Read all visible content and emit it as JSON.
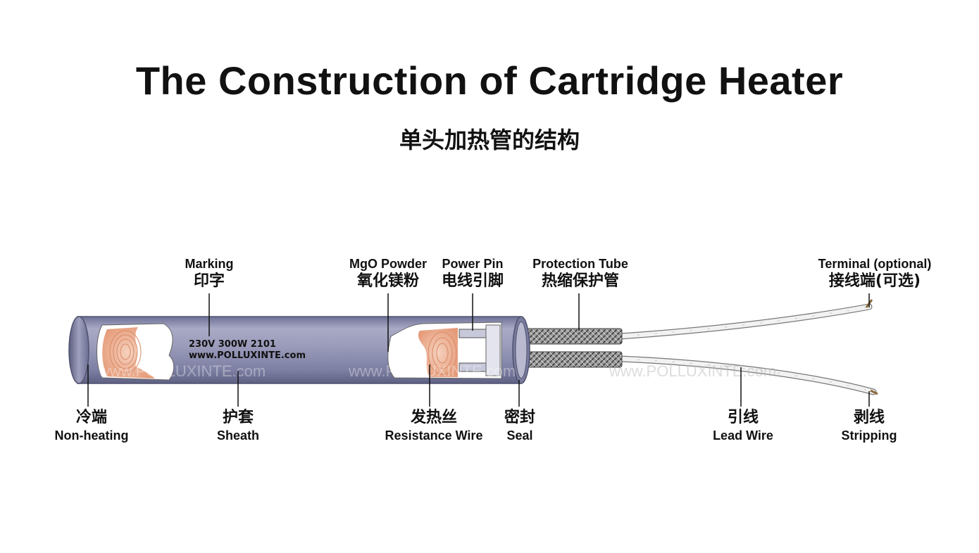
{
  "title": "The Construction of Cartridge Heater",
  "subtitle": "单头加热管的结构",
  "marking": {
    "line1": "230V 300W  2101",
    "line2": "www.POLLUXINTE.com"
  },
  "watermark": "www.POLLUXINTE.com",
  "top_labels": [
    {
      "en": "Marking",
      "cn": "印字"
    },
    {
      "en": "MgO Powder",
      "cn": "氧化镁粉"
    },
    {
      "en": "Power Pin",
      "cn": "电线引脚"
    },
    {
      "en": "Protection Tube",
      "cn": "热缩保护管"
    },
    {
      "en": "Terminal (optional)",
      "cn": "接线端(可选)"
    }
  ],
  "bottom_labels": [
    {
      "cn": "冷端",
      "en": "Non-heating"
    },
    {
      "cn": "护套",
      "en": "Sheath"
    },
    {
      "cn": "发热丝",
      "en": "Resistance Wire"
    },
    {
      "cn": "密封",
      "en": "Seal"
    },
    {
      "cn": "引线",
      "en": "Lead Wire"
    },
    {
      "cn": "剥线",
      "en": "Stripping"
    }
  ],
  "colors": {
    "sheath": "#8f90b0",
    "coil": "#e9a585",
    "sheath_dark": "#5f6183",
    "braid": "#8a8a8a"
  }
}
